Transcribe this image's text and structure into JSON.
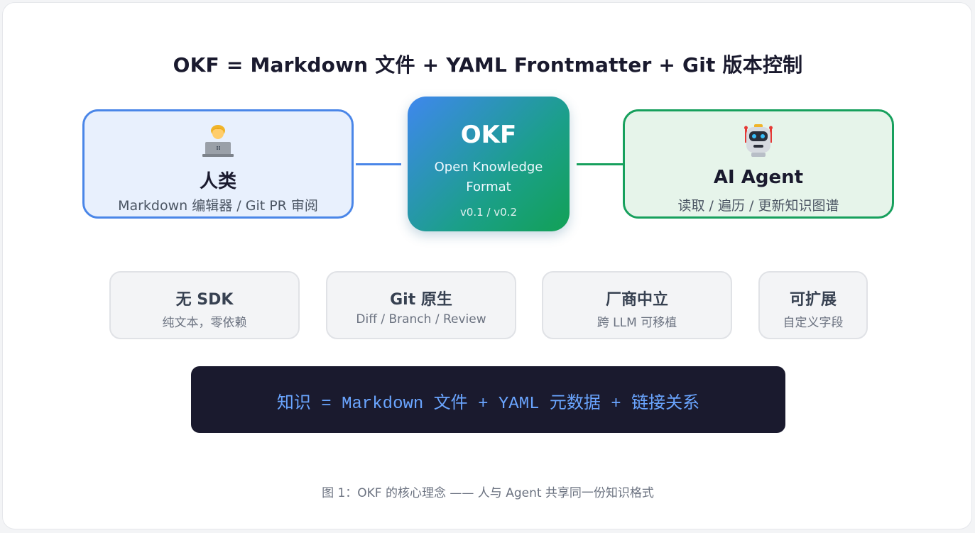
{
  "title": "OKF = Markdown 文件 + YAML Frontmatter + Git 版本控制",
  "human": {
    "icon": "person-laptop-icon",
    "name": "人类",
    "desc": "Markdown 编辑器 / Git PR 审阅"
  },
  "core": {
    "name": "OKF",
    "line1": "Open Knowledge",
    "line2": "Format",
    "version": "v0.1 / v0.2"
  },
  "agent": {
    "icon": "robot-icon",
    "name": "AI Agent",
    "desc": "读取 / 遍历 / 更新知识图谱"
  },
  "features": [
    {
      "title": "无 SDK",
      "desc": "纯文本，零依赖"
    },
    {
      "title": "Git 原生",
      "desc": "Diff / Branch / Review"
    },
    {
      "title": "厂商中立",
      "desc": "跨 LLM 可移植"
    },
    {
      "title": "可扩展",
      "desc": "自定义字段"
    }
  ],
  "formula": "知识 = Markdown 文件 + YAML 元数据 + 链接关系",
  "caption": "图 1：OKF 的核心理念 —— 人与 Agent 共享同一份知识格式",
  "colors": {
    "human_border": "#4a86e8",
    "agent_border": "#17a05d",
    "formula_bg": "#1a1a2e",
    "formula_text": "#6aa5ff"
  }
}
